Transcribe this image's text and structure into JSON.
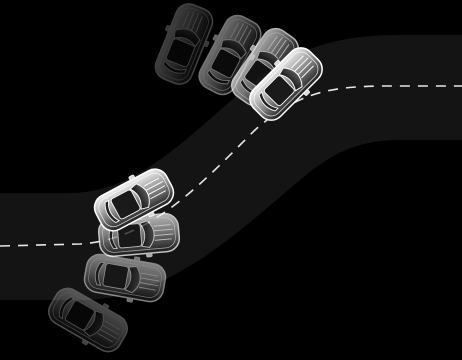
{
  "colors": {
    "background": "#000000",
    "road": "#141414",
    "lane_marking": "#e6e6e6",
    "car_outline": "#ffffff",
    "car_fill_light": "#dddddd",
    "car_fill_dark": "#3a3a3a"
  },
  "icons": {
    "car_icon": "car-top-view-icon",
    "lane_icon": "dashed-lane-line-icon"
  },
  "car_groups": [
    {
      "name": "lower-left-sequence",
      "count": 4,
      "opacity_order": "faded-to-solid"
    },
    {
      "name": "upper-right-sequence",
      "count": 4,
      "opacity_order": "faded-to-solid"
    }
  ]
}
